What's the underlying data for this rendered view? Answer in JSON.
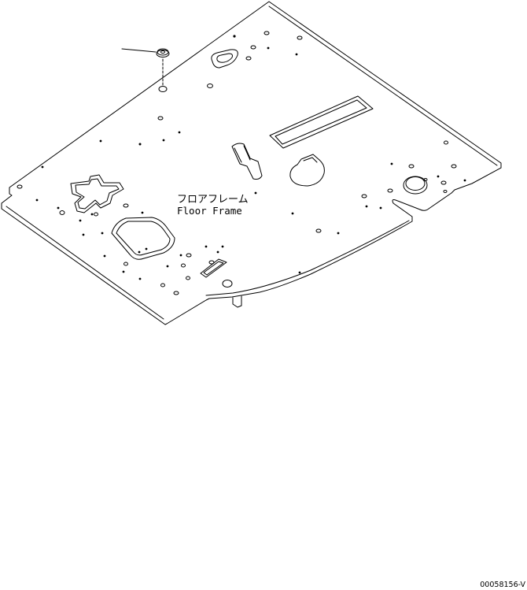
{
  "part": {
    "name_jp": "フロアフレーム",
    "name_en": "Floor Frame"
  },
  "figure_ref": "00058156-V"
}
